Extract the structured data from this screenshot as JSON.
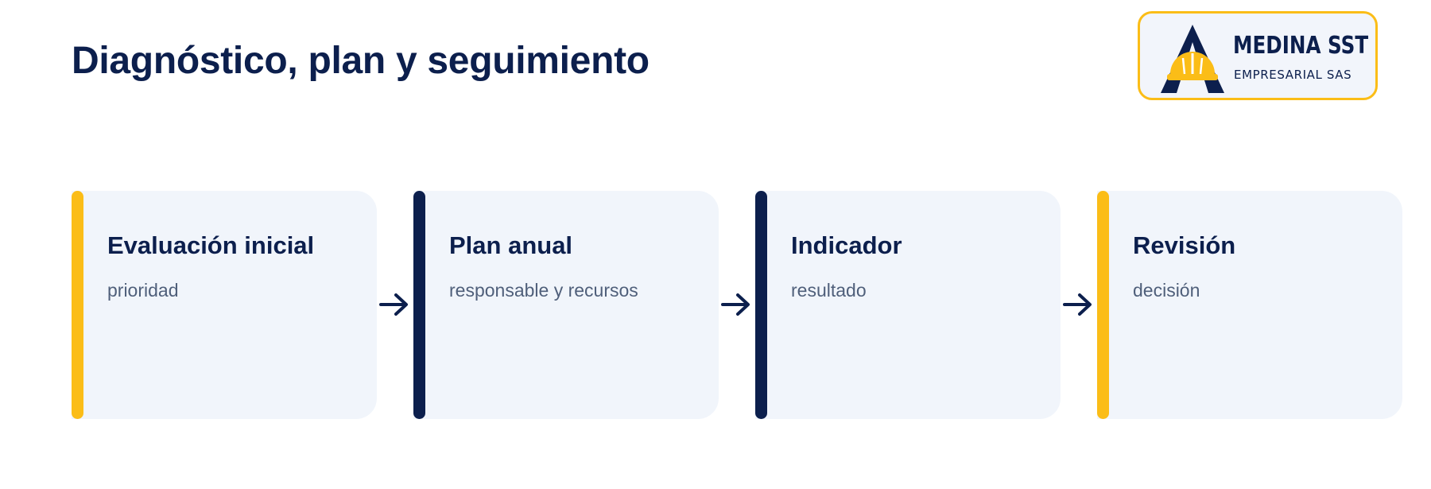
{
  "page": {
    "title": "Diagnóstico, plan y seguimiento"
  },
  "logo": {
    "name": "MEDINA SST",
    "subtitle": "EMPRESARIAL SAS"
  },
  "colors": {
    "navy": "#0c1f4d",
    "accent": "#fbbd17",
    "card_background": "#f1f5fb",
    "muted_text": "#4f5f7a"
  },
  "steps": [
    {
      "title": "Evaluación inicial",
      "description": "prioridad",
      "accent": "yellow"
    },
    {
      "title": "Plan anual",
      "description": "responsable y recursos",
      "accent": "navy"
    },
    {
      "title": "Indicador",
      "description": "resultado",
      "accent": "navy"
    },
    {
      "title": "Revisión",
      "description": "decisión",
      "accent": "yellow"
    }
  ],
  "connectors": [
    {
      "icon": "arrow-right-icon"
    },
    {
      "icon": "arrow-right-icon"
    },
    {
      "icon": "arrow-right-icon"
    }
  ]
}
